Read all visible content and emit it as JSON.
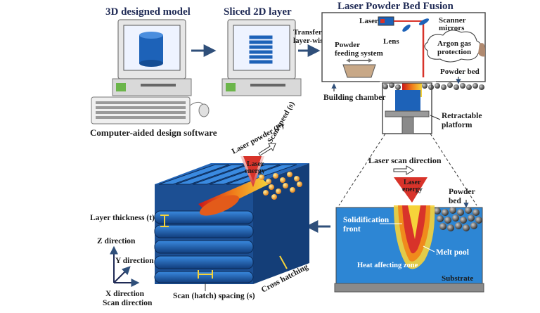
{
  "titles": {
    "model": "3D designed model",
    "sliced": "Sliced 2D layer",
    "lpbf": "Laser Powder Bed Fusion"
  },
  "labels": {
    "cad": "Computer-aided design software",
    "transfer_1": "Transfer",
    "transfer_2": "layer-wise",
    "laser": "Laser",
    "scanner_1": "Scanner",
    "scanner_2": "mirrors",
    "lens": "Lens",
    "argon_1": "Argon gas",
    "argon_2": "protection",
    "powder_feed_1": "Powder",
    "powder_feed_2": "feeding system",
    "powder_bed": "Powder bed",
    "building_chamber": "Building chamber",
    "retractable_1": "Retractable",
    "retractable_2": "platform",
    "laser_power": "Laser powder (P)",
    "scan_speed": "Scan speed (s)",
    "laser_energy_1": "Laser",
    "laser_energy_2": "energy",
    "layer_thickness": "Layer thickness (t)",
    "z_direction": "Z direction",
    "y_direction": "Y direction",
    "x_direction": "X direction",
    "scan_direction": "Scan direction",
    "hatch_spacing": "Scan (hatch) spacing (s)",
    "cross_hatching": "Cross hatching",
    "laser_scan_direction": "Laser scan direction",
    "laser_energy_b1": "Laser",
    "laser_energy_b2": "energy",
    "powder_bed_b1": "Powder",
    "powder_bed_b2": "bed",
    "solidification_1": "Solidification",
    "solidification_2": "front",
    "melt_pool": "Melt pool",
    "haz": "Heat affecting zone",
    "substrate": "Substrate"
  },
  "colors": {
    "title": "#1f2a55",
    "arrow": "#2f4f7a",
    "block_blue": "#1d62b8",
    "substrate_blue": "#2d86d4",
    "laser_red": "#d8332a",
    "melt_orange": "#f08a1c",
    "monitor_gray": "#e8e8e8"
  }
}
